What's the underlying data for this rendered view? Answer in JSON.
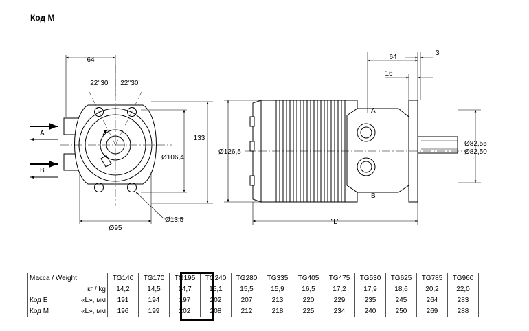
{
  "title": "Код М",
  "front_view": {
    "dim_width_top": "64",
    "angle_left": "22°30´",
    "angle_right": "22°30´",
    "dim_height": "133",
    "dim_pilot": "Ø106,4",
    "dim_bolt_circle": "Ø95",
    "dim_hole": "Ø13,5",
    "port_a": "A",
    "port_b": "B"
  },
  "side_view": {
    "dim_64": "64",
    "dim_3": "3",
    "dim_16": "16",
    "dim_body": "Ø126,5",
    "dim_shaft_1": "Ø82,55",
    "dim_shaft_2": "Ø82,50",
    "dim_length": "\"L\"",
    "port_a": "A",
    "port_b": "B"
  },
  "table": {
    "header_label": "Масса / Weight",
    "models": [
      "TG140",
      "TG170",
      "TG195",
      "TG240",
      "TG280",
      "TG335",
      "TG405",
      "TG475",
      "TG530",
      "TG625",
      "TG785",
      "TG960"
    ],
    "highlight": "TG195",
    "rows": [
      {
        "label": "",
        "unit": "кг / kg",
        "values": [
          "14,2",
          "14,5",
          "14,7",
          "15,1",
          "15,5",
          "15,9",
          "16,5",
          "17,2",
          "17,9",
          "18,6",
          "20,2",
          "22,0"
        ]
      },
      {
        "label": "Код E",
        "unit": "«L», мм",
        "values": [
          "191",
          "194",
          "197",
          "202",
          "207",
          "213",
          "220",
          "229",
          "235",
          "245",
          "264",
          "283"
        ]
      },
      {
        "label": "Код M",
        "unit": "«L», мм",
        "values": [
          "196",
          "199",
          "202",
          "208",
          "212",
          "218",
          "225",
          "234",
          "240",
          "250",
          "269",
          "288"
        ]
      }
    ]
  }
}
